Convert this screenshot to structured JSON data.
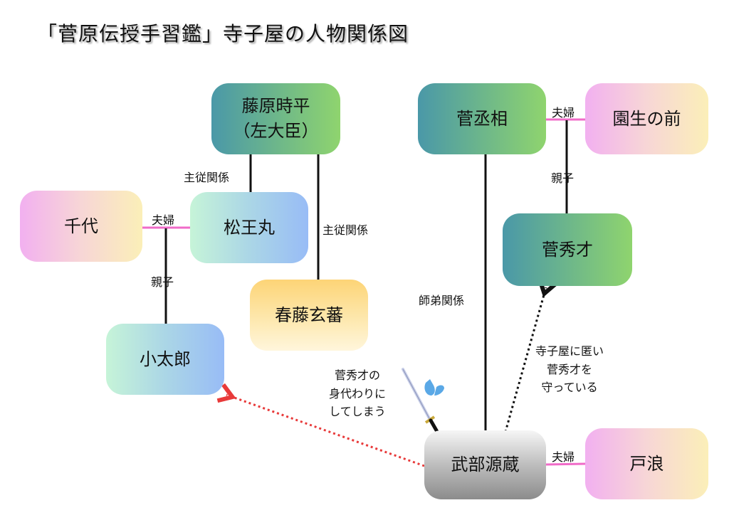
{
  "title": "「菅原伝授手習鑑」寺子屋の人物関係図",
  "colors": {
    "spouse_line": "#f06bc8",
    "relation_line": "#111111",
    "red_arrow": "#e83a3a",
    "black_arrow": "#111111",
    "sweat_drop": "#5aa8e6"
  },
  "nodes": {
    "fujiwara": {
      "name": "藤原時平",
      "sub": "（左大臣）"
    },
    "kanshojo": {
      "name": "菅丞相"
    },
    "sonou": {
      "name": "園生の前"
    },
    "chiyo": {
      "name": "千代"
    },
    "matsuomaru": {
      "name": "松王丸"
    },
    "kanshusai": {
      "name": "菅秀才"
    },
    "shundo": {
      "name": "春藤玄蕃"
    },
    "kotaro": {
      "name": "小太郎"
    },
    "takebe": {
      "name": "武部源蔵"
    },
    "tonami": {
      "name": "戸浪"
    }
  },
  "relations": {
    "fujiwara_matsuomaru": "主従関係",
    "fujiwara_shundo": "主従関係",
    "chiyo_matsuomaru": "夫婦",
    "parent_kotaro": "親子",
    "kanshojo_sonou": "夫婦",
    "parent_kanshusai": "親子",
    "kanshojo_takebe": "師弟関係",
    "takebe_tonami": "夫婦"
  },
  "notes": {
    "substitute": [
      "菅秀才の",
      "身代わりに",
      "してしまう"
    ],
    "protect": [
      "寺子屋に匿い",
      "菅秀才を",
      "守っている"
    ]
  },
  "icons": [
    "katana-icon",
    "sweat-drop-icon"
  ]
}
